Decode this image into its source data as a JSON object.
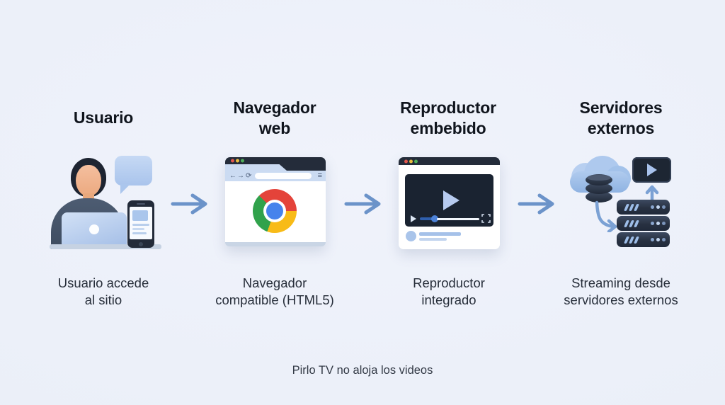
{
  "diagram": {
    "columns": [
      {
        "title_lines": [
          "Usuario"
        ],
        "caption_lines": [
          "Usuario accede",
          "al sitio"
        ],
        "illustration": "user-at-laptop-with-phone-and-chat-bubble"
      },
      {
        "title_lines": [
          "Navegador",
          "web"
        ],
        "caption_lines": [
          "Navegador",
          "compatible (HTML5)"
        ],
        "illustration": "chrome-browser-window"
      },
      {
        "title_lines": [
          "Reproductor",
          "embebido"
        ],
        "caption_lines": [
          "Reproductor",
          "integrado"
        ],
        "illustration": "embedded-video-player-window"
      },
      {
        "title_lines": [
          "Servidores",
          "externos"
        ],
        "caption_lines": [
          "Streaming desde",
          "servidores externos"
        ],
        "illustration": "cloud-database-server-rack-streaming"
      }
    ],
    "footer": "Pirlo TV no aloja los videos"
  },
  "icons": {
    "back": "←",
    "forward": "→",
    "reload": "⟳",
    "menu": "≡",
    "play": "▶",
    "flow_arrow": "→"
  },
  "colors": {
    "background": "#ecf0f9",
    "title_text": "#10151d",
    "caption_text": "#272e3a",
    "footer_text": "#333a46",
    "flow_arrow": "#6b93c9",
    "window_bar": "#242c3a",
    "traffic_red": "#e0574e",
    "traffic_yellow": "#e9bc3e",
    "traffic_green": "#4fae5a",
    "chrome_red": "#e4433a",
    "chrome_yellow": "#f8bb17",
    "chrome_green": "#31a24c",
    "chrome_blue": "#4683ec",
    "video_background": "#1a2331",
    "illustration_blue": "#a9c4ea",
    "dark_slate": "#273040"
  }
}
